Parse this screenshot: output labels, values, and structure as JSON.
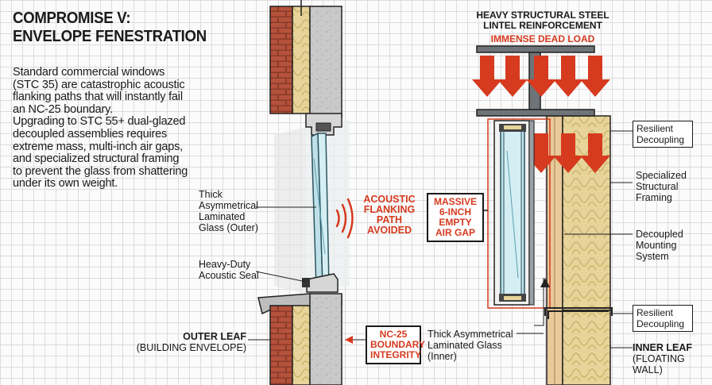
{
  "title": {
    "line1": "COMPROMISE V:",
    "line2": "ENVELOPE FENESTRATION"
  },
  "description": {
    "p1": "Standard commercial windows (STC 35) are catastrophic acoustic flanking paths that will instantly fail an NC-25 boundary.",
    "p2": "Upgrading to STC 55+ dual-glazed decoupled assemblies requires extreme mass, multi-inch air gaps, and specialized structural framing to prevent the glass from shattering under its own weight."
  },
  "outer": {
    "glass_label": "Thick Asymmetrical Laminated Glass (Outer)",
    "seal_label": "Heavy-Duty Acoustic Seal",
    "leaf_title": "OUTER LEAF",
    "leaf_sub": "(BUILDING ENVELOPE)",
    "flanking": "ACOUSTIC FLANKING PATH AVOIDED",
    "nc25": "NC-25 BOUNDARY INTEGRITY"
  },
  "inner": {
    "lintel_title": "HEAVY STRUCTURAL STEEL LINTEL REINFORCEMENT",
    "dead_load": "IMMENSE DEAD LOAD",
    "air_gap": "MASSIVE 6-INCH EMPTY AIR GAP",
    "resilient_top": "Resilient Decoupling",
    "framing": "Specialized Structural Framing",
    "mounting": "Decoupled Mounting System",
    "resilient_bottom": "Resilient Decoupling",
    "glass_inner": "Thick Asymmetrical Laminated Glass (Inner)",
    "leaf_title": "INNER LEAF",
    "leaf_sub": "(FLOATING WALL)"
  },
  "colors": {
    "accent_red": "#d63a1f",
    "brick": "#b5523b",
    "concrete": "#c8c8c8",
    "insulation": "#e6d49a",
    "steel": "#6f7478",
    "glass": "#bfe0e8"
  }
}
